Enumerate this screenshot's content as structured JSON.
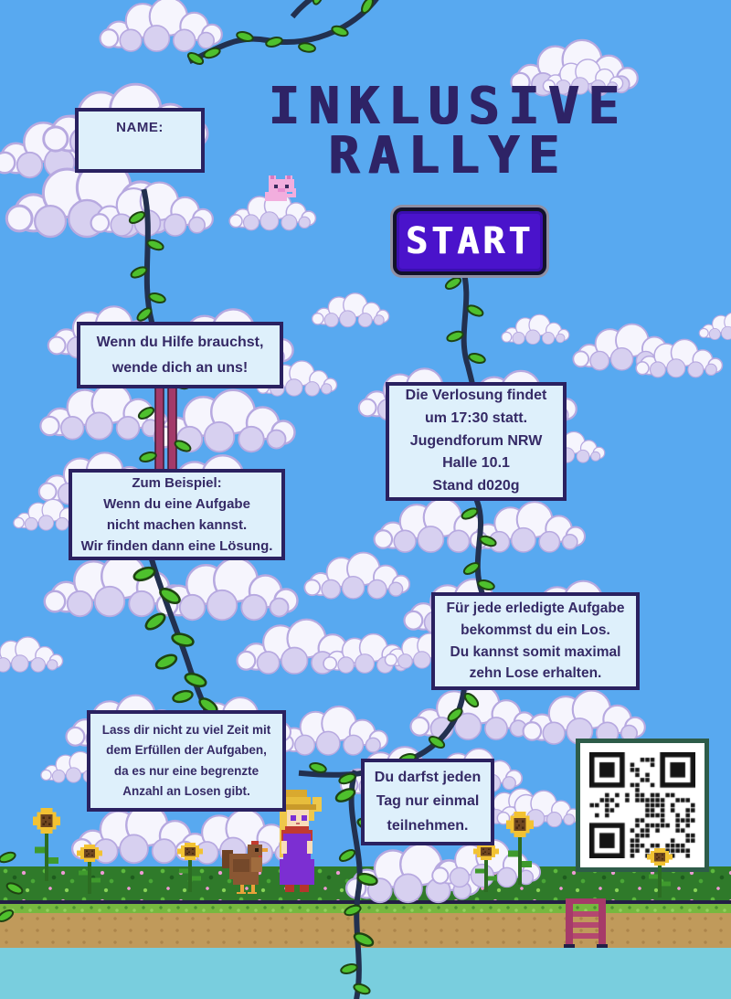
{
  "title": {
    "line1": "INKLUSIVE",
    "line2": "RALLYE"
  },
  "start_button": {
    "label": "START"
  },
  "name_box": {
    "label": "NAME:"
  },
  "boxes": {
    "help": {
      "text": "Wenn du Hilfe brauchst,\nwende dich an uns!"
    },
    "lottery": {
      "text": "Die Verlosung findet\num 17:30 statt.\nJugendforum NRW\nHalle 10.1\nStand d020g"
    },
    "example": {
      "text": "Zum Beispiel:\nWenn du eine Aufgabe\nnicht machen kannst.\nWir finden dann eine Lösung."
    },
    "tickets": {
      "text": "Für jede erledigte Aufgabe\nbekommst du ein Los.\nDu kannst somit maximal\nzehn Lose erhalten."
    },
    "time_limit": {
      "text": "Lass dir nicht zu viel Zeit mit\ndem Erfüllen der Aufgaben,\nda es nur eine begrenzte\nAnzahl an Losen gibt."
    },
    "once_per_day": {
      "text": "Du darfst jeden\nTag nur einmal\nteilnehmen."
    }
  },
  "icons": {
    "qr": "qr-code",
    "cat": "pink-pixel-cat",
    "hen": "brown-hen",
    "girl": "pixel-farmer-girl",
    "sunflower": "sunflower",
    "ladder": "pink-ladder",
    "cloud": "pixel-cloud",
    "vine": "leafy-vine"
  },
  "colors": {
    "sky": "#58a9f0",
    "box_bg": "#def0fb",
    "box_border": "#2a2160",
    "ink": "#352a66",
    "title": "#2e2366",
    "start_bg": "#4a13cb",
    "start_text": "#ffffff",
    "grass": "#2f7a2a",
    "grass_light": "#76b83f",
    "dirt": "#c09a5b",
    "water": "#79cede",
    "qr_border": "#2e5c49",
    "vine": "#22304f",
    "leaf": "#4ec02d",
    "leaf_outline": "#1e4312",
    "stalk": "#a33a69",
    "cloud": "#f6f5fd",
    "cloud_shade": "#d7d0f0",
    "cloud_line": "#b7a9e0"
  }
}
